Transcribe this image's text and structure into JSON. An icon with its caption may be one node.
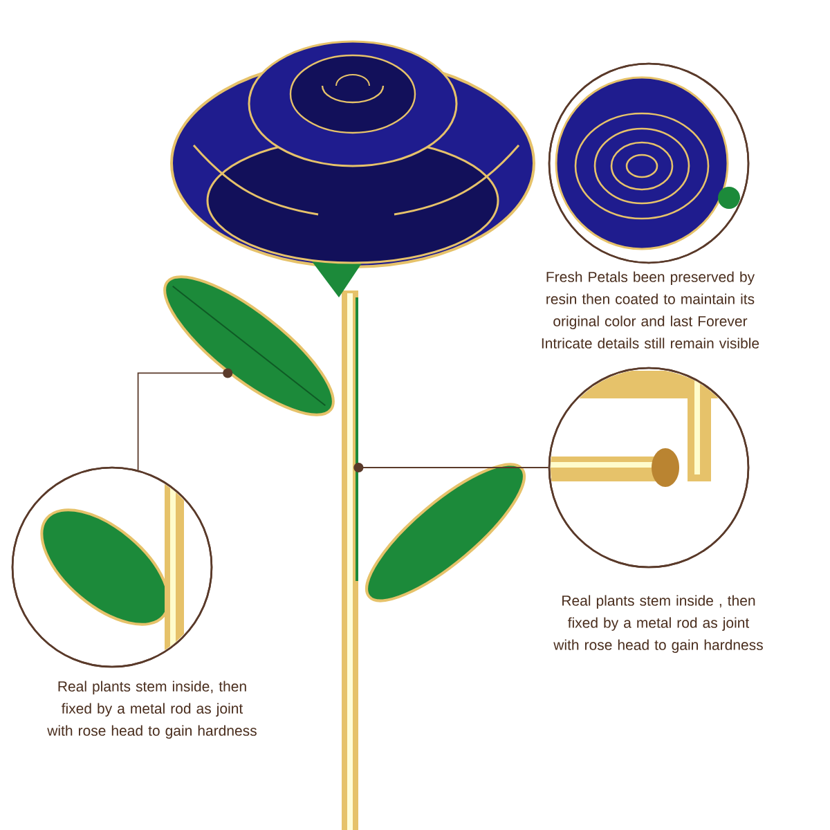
{
  "diagram": {
    "nodes": [
      {
        "text": [],
        "shape": "picture"
      },
      {
        "text": [],
        "shape": "circle",
        "beside": [
          "Fresh Petals been preserved by resin then coated to maintain its original color and last Forever Intricate details still remain visible"
        ]
      },
      {
        "text": [],
        "shape": "picture"
      },
      {
        "text": [],
        "shape": "picture"
      },
      {
        "text": [],
        "shape": "circle",
        "beside": [
          "Real plants stem inside , then fixed by a metal rod as joint with rose head to gain hardness"
        ]
      },
      {
        "text": [],
        "shape": "circle",
        "beside": [
          "Real plants stem inside, then fixed by a metal rod as joint with rose head to gain hardness"
        ]
      }
    ],
    "edges": [
      {
        "from": 3,
        "to": 4,
        "arrow": "other"
      },
      {
        "from": 2,
        "to": 5,
        "arrow": "other"
      }
    ]
  }
}
